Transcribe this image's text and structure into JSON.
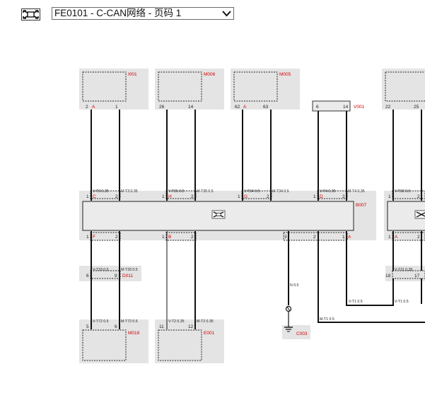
{
  "toolbar": {
    "icon": "diagram-zoom-icon",
    "page_select_value": "FE0101 - C-CAN网络 - 页码 1"
  },
  "components": {
    "I001": {
      "code": "I001",
      "pins": [
        "2",
        "A",
        "1"
      ]
    },
    "M006": {
      "code": "M006",
      "pins": [
        "26",
        "14"
      ]
    },
    "M005": {
      "code": "M005",
      "pins": [
        "62",
        "A",
        "63"
      ]
    },
    "V001": {
      "code": "V001",
      "pins": [
        "6",
        "14"
      ]
    },
    "right_top": {
      "pins": [
        "22",
        "25"
      ]
    },
    "B007": {
      "code": "B007"
    },
    "D011": {
      "code": "D011",
      "pins": [
        "6",
        "9"
      ]
    },
    "M018": {
      "code": "M018",
      "pins": [
        "5",
        "6"
      ]
    },
    "E001": {
      "code": "E001",
      "pins": [
        "11",
        "12"
      ]
    },
    "C003": {
      "code": "C003"
    },
    "right_conn": {
      "pins": [
        "18",
        "17"
      ]
    }
  },
  "connector_pins_top": [
    {
      "num": "1",
      "letter": "C"
    },
    {
      "num": "2",
      "letter": ""
    },
    {
      "num": "1",
      "letter": "H"
    },
    {
      "num": "2",
      "letter": ""
    },
    {
      "num": "1",
      "letter": "G"
    },
    {
      "num": "2",
      "letter": ""
    },
    {
      "num": "1",
      "letter": "D"
    },
    {
      "num": "2",
      "letter": ""
    },
    {
      "num": "1",
      "letter": ""
    },
    {
      "num": "2",
      "letter": ""
    }
  ],
  "connector_pins_bottom": [
    {
      "num": "1",
      "letter": "F"
    },
    {
      "num": "2",
      "letter": ""
    },
    {
      "num": "1",
      "letter": "B"
    },
    {
      "num": "2",
      "letter": ""
    },
    {
      "num": "3",
      "letter": ""
    },
    {
      "num": "2",
      "letter": ""
    },
    {
      "num": "1",
      "letter": "A"
    },
    {
      "num": "1",
      "letter": "A"
    },
    {
      "num": "2",
      "letter": ""
    }
  ],
  "wire_labels": {
    "vt3": "V-T3 0.35",
    "mt3": "M-T3 0.35",
    "vt35": "V-T35 0.5",
    "mt35": "M-T35 0.5",
    "vt34": "V-T34 0.5",
    "mt34": "M-T34 0.5",
    "vt4": "V-T4 0.35",
    "mt4": "M-T4 0.35",
    "vt32": "V-T32 0.5",
    "vt33": "V-T33 0.5",
    "mt33": "M-T33 0.5",
    "vt72": "V-T72 0.5",
    "mt72": "M-T72 0.5",
    "vt2": "V-T2 0.35",
    "mt2": "M-T2 0.35",
    "n05": "N 0.5",
    "vt1a": "V-T1 0.5",
    "vt1b": "V-T1 0.5",
    "mt1": "M-T1 0.5",
    "vt31": "V-T31 0.35"
  },
  "colors": {
    "box_fill": "#e4e4e4",
    "line": "#111111",
    "code_red": "#d40000",
    "pin_red": "#d40000"
  }
}
